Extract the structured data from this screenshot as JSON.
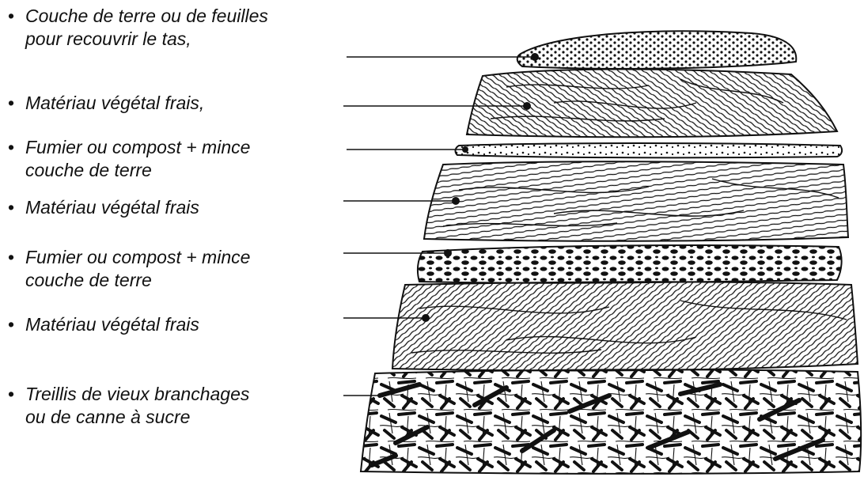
{
  "labels": [
    {
      "line1": "Couche de terre ou de feuilles",
      "line2": "pour recouvrir le tas,"
    },
    {
      "line1": "Matériau végétal frais,",
      "line2": ""
    },
    {
      "line1": "Fumier ou compost + mince",
      "line2": "couche de terre"
    },
    {
      "line1": "Matériau végétal frais",
      "line2": ""
    },
    {
      "line1": "Fumier ou compost + mince",
      "line2": "couche de terre"
    },
    {
      "line1": "Matériau végétal frais",
      "line2": ""
    },
    {
      "line1": "Treillis de vieux branchages",
      "line2": "ou de canne à sucre"
    }
  ],
  "bullet": "•"
}
